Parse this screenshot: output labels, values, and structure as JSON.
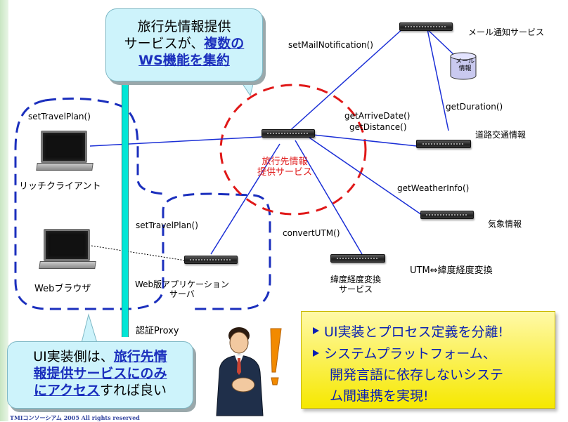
{
  "callout_top": {
    "line1": "旅行先情報提供",
    "line2_prefix": "サービスが、",
    "line2_emph": "複数の",
    "line3_emph": "WS機能を集約"
  },
  "callout_bottom": {
    "line1_prefix": "UI実装側は、",
    "line1_emph": "旅行先情",
    "line2_emph": "報提供サービスにのみ",
    "line3_emph": "にアクセス",
    "line3_suffix": "すれば良い"
  },
  "nodes": {
    "central": "旅行先情報\n提供サービス",
    "rich_client": "リッチクライアント",
    "web_browser": "Webブラウザ",
    "web_app_line1": "Web版アプリケーション",
    "web_app_line2": "サーバ",
    "mail_service": "メール通知サービス",
    "mail_db_line1": "メール",
    "mail_db_line2": "情報",
    "road": "道路交通情報",
    "weather": "気象情報",
    "utm_line1": "緯度経度変換",
    "utm_line2": "サービス",
    "utm_conv": "UTM⇔緯度経度変換",
    "proxy": "認証Proxy"
  },
  "methods": {
    "set_travel_plan_rich": "setTravelPlan()",
    "set_travel_plan_web": "setTravelPlan()",
    "set_mail": "setMailNotification()",
    "get_arrive": "getArriveDate()",
    "get_distance": "getDistance()",
    "get_duration": "getDuration()",
    "get_weather": "getWeatherInfo()",
    "convert_utm": "convertUTM()"
  },
  "note": {
    "item1": "UI実装とプロセス定義を分離!",
    "item2_line1": "システムプラットフォーム、",
    "item2_line2": "開発言語に依存しないシステ",
    "item2_line3": "ム間連携を実現!"
  },
  "footer": "TMIコンソーシアム 2005 All rights reserved",
  "colors": {
    "connector": "#1b2fd6",
    "central_ring": "#e01818",
    "group_border": "#1b2fbd",
    "proxy": "#00e6d6",
    "note_text": "#0a1fb3"
  }
}
